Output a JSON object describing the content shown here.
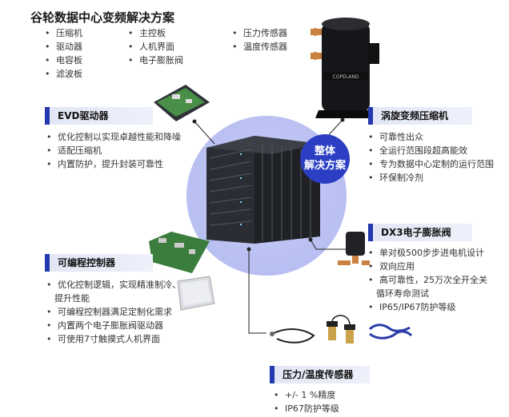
{
  "title": "谷轮数据中心变频解决方案",
  "components": {
    "col1": [
      "压缩机",
      "驱动器",
      "电容板",
      "滤波板"
    ],
    "col2": [
      "主控板",
      "人机界面",
      "电子膨胀阀"
    ],
    "col3": [
      "压力传感器",
      "温度传感器"
    ]
  },
  "center_badge": [
    "整体",
    "解决方案"
  ],
  "compressor_logo": "COPELAND",
  "evd": {
    "title": "EVD驱动器",
    "bullets": [
      "优化控制以实现卓越性能和降噪",
      "适配压缩机",
      "内置防护，提升封装可靠性"
    ]
  },
  "scroll": {
    "title": "涡旋变频压缩机",
    "bullets": [
      "可靠性出众",
      "全运行范围段超高能效",
      "专为数据中心定制的运行范围",
      "环保制冷剂"
    ]
  },
  "dx3": {
    "title": "DX3电子膨胀阀",
    "bullets": [
      "单对极500步步进电机设计",
      "双向应用",
      "高可靠性，25万次全开全关",
      "循环寿命测试",
      "IP65/IP67防护等级"
    ]
  },
  "plc": {
    "title": "可编程控制器",
    "bullets": [
      "优化控制逻辑，实现精准制冷、",
      "提升性能",
      "可编程控制器满足定制化需求",
      "内置两个电子膨胀阀驱动器",
      "可使用7寸触摸式人机界面"
    ]
  },
  "sensor": {
    "title": "压力/温度传感器",
    "bullets": [
      "+/- 1 %精度",
      "IP67防护等级"
    ]
  },
  "bullet_glyph": "•"
}
